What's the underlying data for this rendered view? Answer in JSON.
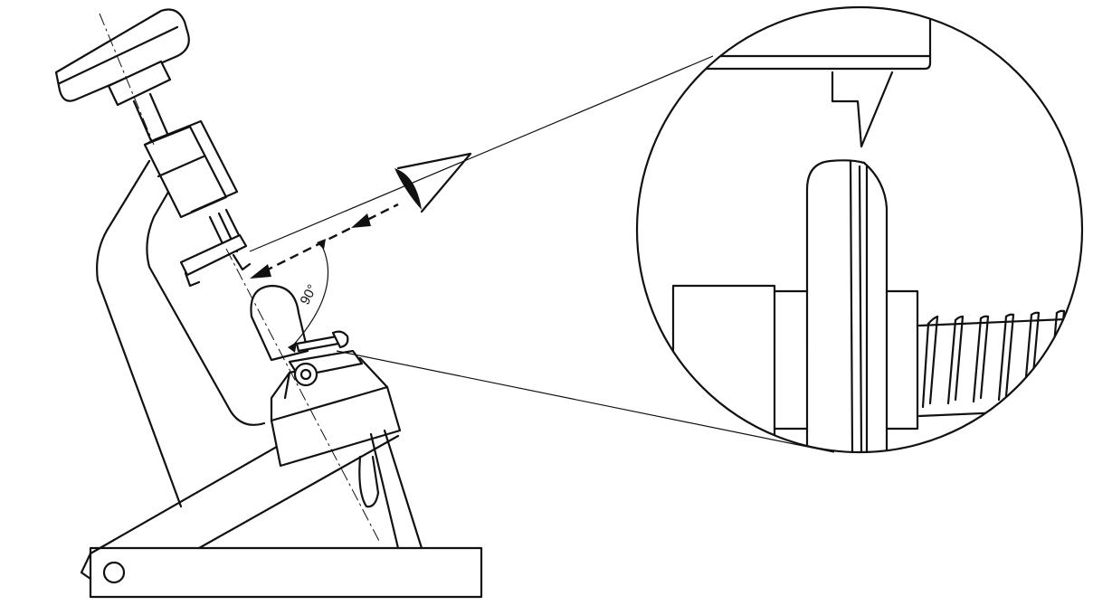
{
  "figure": {
    "angle_label": "90°",
    "colors": {
      "line": "#111111",
      "background": "#ffffff"
    },
    "parts": [
      "handwheel",
      "lead-screw",
      "screw-nut-housing",
      "indenter-holder",
      "frame-arm",
      "specimen",
      "specimen-clamp",
      "clamp-screw",
      "tilt-block",
      "support-strut",
      "base-plate",
      "pivot-hole",
      "eye-icon",
      "sight-line",
      "detail-magnifier-circle",
      "indenter-tip",
      "spring"
    ]
  }
}
